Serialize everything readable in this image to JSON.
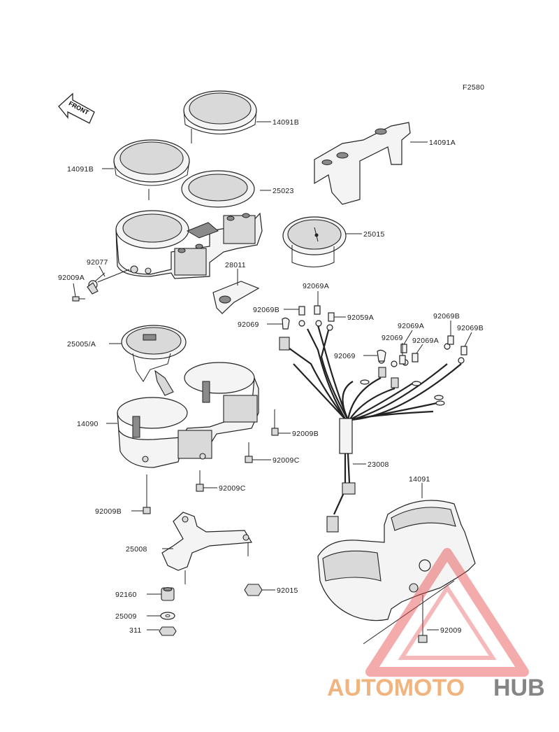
{
  "figure_code": "F2580",
  "front_arrow_text": "FRONT",
  "labels": {
    "p14091B_top": "14091B",
    "p14091B_left": "14091B",
    "p14091A": "14091A",
    "p25023": "25023",
    "p25015": "25015",
    "p92077": "92077",
    "p92009A": "92009A",
    "p28011": "28011",
    "p92069A_top": "92069A",
    "p92069B_left": "92069B",
    "p92059A": "92059A",
    "p92069_left": "92069",
    "p92069B_r1": "92069B",
    "p92069B_r2": "92069B",
    "p92069A_r1": "92069A",
    "p92069_r": "92069",
    "p92069A_r2": "92069A",
    "p92069_mid": "92069",
    "p25005A": "25005/A",
    "p14090": "14090",
    "p92009B_r": "92009B",
    "p92009C_r": "92009C",
    "p92009C_l": "92009C",
    "p92009B_l": "92009B",
    "p23008": "23008",
    "p14091": "14091",
    "p25008": "25008",
    "p92160": "92160",
    "p92015": "92015",
    "p25009": "25009",
    "p311": "311",
    "p92009": "92009"
  },
  "watermark": {
    "part1": "AUTOMOTO",
    "part2": "HUB"
  },
  "colors": {
    "watermark_orange": "#f0a868",
    "watermark_gray": "#707070",
    "watermark_red": "#e84a4a"
  }
}
